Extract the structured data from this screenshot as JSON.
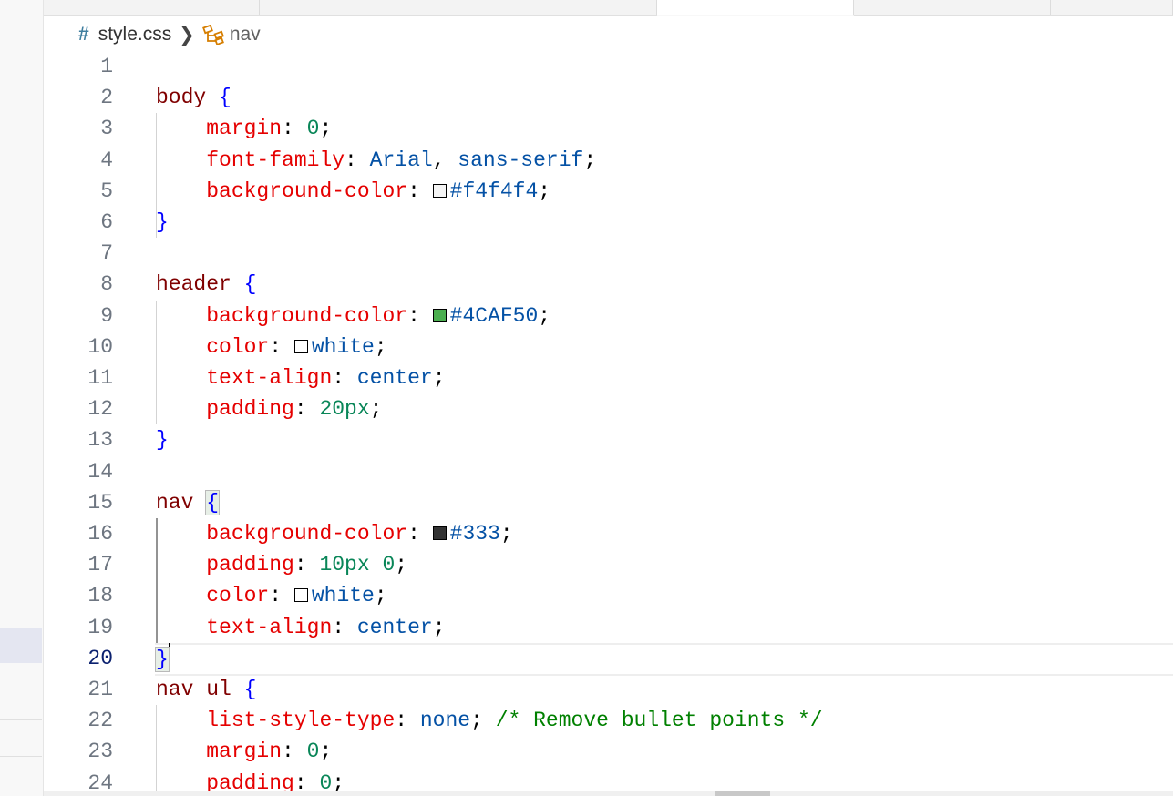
{
  "breadcrumb": {
    "file_icon": "css-hash-icon",
    "file": "style.css",
    "separator": "chevron-right-icon",
    "symbol_icon": "symbol-structure-icon",
    "symbol": "nav"
  },
  "editor": {
    "current_line": 20,
    "lines": [
      [],
      [
        [
          "sel",
          "body "
        ],
        [
          "br",
          "{"
        ]
      ],
      [
        [
          "ind",
          "    "
        ],
        [
          "prop",
          "margin"
        ],
        [
          "pn",
          ": "
        ],
        [
          "num",
          "0"
        ],
        [
          "pn",
          ";"
        ]
      ],
      [
        [
          "ind",
          "    "
        ],
        [
          "prop",
          "font-family"
        ],
        [
          "pn",
          ": "
        ],
        [
          "val",
          "Arial"
        ],
        [
          "pn",
          ", "
        ],
        [
          "val",
          "sans-serif"
        ],
        [
          "pn",
          ";"
        ]
      ],
      [
        [
          "ind",
          "    "
        ],
        [
          "prop",
          "background-color"
        ],
        [
          "pn",
          ": "
        ],
        [
          "sw",
          "#f4f4f4"
        ],
        [
          "val",
          "#f4f4f4"
        ],
        [
          "pn",
          ";"
        ]
      ],
      [
        [
          "br",
          "}"
        ]
      ],
      [],
      [
        [
          "sel",
          "header "
        ],
        [
          "br",
          "{"
        ]
      ],
      [
        [
          "ind",
          "    "
        ],
        [
          "prop",
          "background-color"
        ],
        [
          "pn",
          ": "
        ],
        [
          "sw",
          "#4CAF50"
        ],
        [
          "val",
          "#4CAF50"
        ],
        [
          "pn",
          ";"
        ]
      ],
      [
        [
          "ind",
          "    "
        ],
        [
          "prop",
          "color"
        ],
        [
          "pn",
          ": "
        ],
        [
          "sw",
          "#ffffff"
        ],
        [
          "val",
          "white"
        ],
        [
          "pn",
          ";"
        ]
      ],
      [
        [
          "ind",
          "    "
        ],
        [
          "prop",
          "text-align"
        ],
        [
          "pn",
          ": "
        ],
        [
          "val",
          "center"
        ],
        [
          "pn",
          ";"
        ]
      ],
      [
        [
          "ind",
          "    "
        ],
        [
          "prop",
          "padding"
        ],
        [
          "pn",
          ": "
        ],
        [
          "num",
          "20px"
        ],
        [
          "pn",
          ";"
        ]
      ],
      [
        [
          "br",
          "}"
        ]
      ],
      [],
      [
        [
          "sel",
          "nav "
        ],
        [
          "brm",
          "{"
        ]
      ],
      [
        [
          "ind",
          "    "
        ],
        [
          "prop",
          "background-color"
        ],
        [
          "pn",
          ": "
        ],
        [
          "sw",
          "#333333"
        ],
        [
          "val",
          "#333"
        ],
        [
          "pn",
          ";"
        ]
      ],
      [
        [
          "ind",
          "    "
        ],
        [
          "prop",
          "padding"
        ],
        [
          "pn",
          ": "
        ],
        [
          "num",
          "10px"
        ],
        [
          "pn",
          " "
        ],
        [
          "num",
          "0"
        ],
        [
          "pn",
          ";"
        ]
      ],
      [
        [
          "ind",
          "    "
        ],
        [
          "prop",
          "color"
        ],
        [
          "pn",
          ": "
        ],
        [
          "sw",
          "#ffffff"
        ],
        [
          "val",
          "white"
        ],
        [
          "pn",
          ";"
        ]
      ],
      [
        [
          "ind",
          "    "
        ],
        [
          "prop",
          "text-align"
        ],
        [
          "pn",
          ": "
        ],
        [
          "val",
          "center"
        ],
        [
          "pn",
          ";"
        ]
      ],
      [
        [
          "brm",
          "}"
        ],
        [
          "caret",
          ""
        ]
      ],
      [
        [
          "sel",
          "nav ul "
        ],
        [
          "br",
          "{"
        ]
      ],
      [
        [
          "ind",
          "    "
        ],
        [
          "prop",
          "list-style-type"
        ],
        [
          "pn",
          ": "
        ],
        [
          "val",
          "none"
        ],
        [
          "pn",
          "; "
        ],
        [
          "com",
          "/* Remove bullet points */"
        ]
      ],
      [
        [
          "ind",
          "    "
        ],
        [
          "prop",
          "margin"
        ],
        [
          "pn",
          ": "
        ],
        [
          "num",
          "0"
        ],
        [
          "pn",
          ";"
        ]
      ],
      [
        [
          "ind",
          "    "
        ],
        [
          "prop",
          "padding"
        ],
        [
          "pn",
          ": "
        ],
        [
          "num",
          "0"
        ],
        [
          "pn",
          ";"
        ]
      ]
    ]
  }
}
